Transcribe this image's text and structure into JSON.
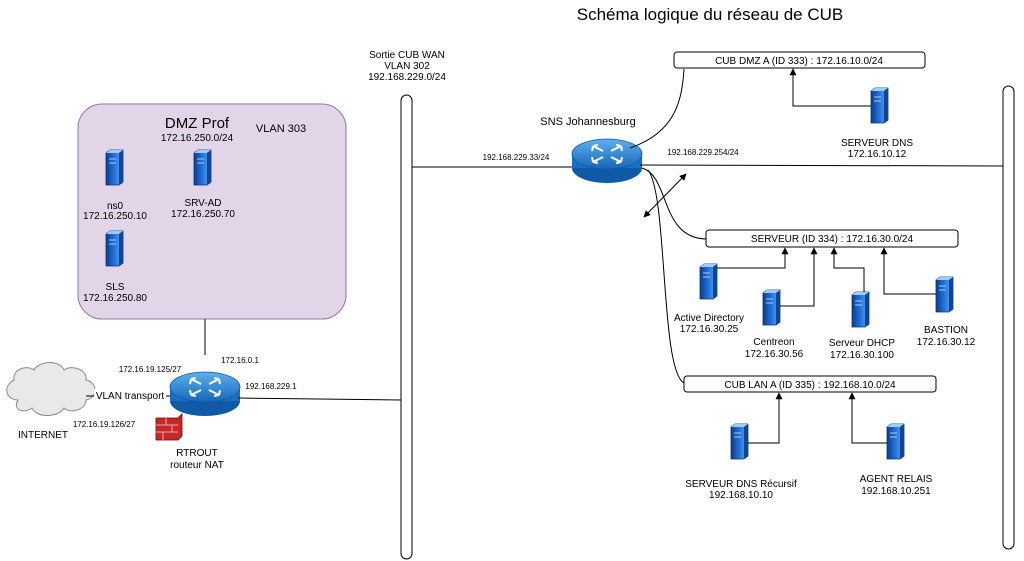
{
  "title": "Schéma logique du réseau de CUB",
  "wan": {
    "line1": "Sortie CUB WAN",
    "line2": "VLAN 302",
    "line3": "192.168.229.0/24"
  },
  "dmz_prof": {
    "title": "DMZ Prof",
    "subnet": "172.16.250.0/24",
    "vlan": "VLAN 303",
    "servers": [
      {
        "name": "ns0",
        "ip": "172.16.250.10"
      },
      {
        "name": "SRV-AD",
        "ip": "172.16.250.70"
      },
      {
        "name": "SLS",
        "ip": "172.16.250.80"
      }
    ]
  },
  "rtrout": {
    "name": "RTROUT",
    "role": "routeur NAT",
    "ip_dmz": "172.16.0.1",
    "ip_transport_top": "172.16.19.125/27",
    "ip_transport_bottom": "172.16.19.126/27",
    "ip_wan": "192.168.229.1"
  },
  "internet": {
    "label": "INTERNET",
    "link_label": "VLAN transport"
  },
  "sns": {
    "name": "SNS Johannesburg",
    "ip_wan": "192.168.229.33/24",
    "ip_right": "192.168.229.254/24"
  },
  "dmz_a": {
    "label": "CUB DMZ A (ID 333) :  172.16.10.0/24",
    "servers": [
      {
        "name": "SERVEUR DNS",
        "ip": "172.16.10.12"
      }
    ]
  },
  "serveur_vlan": {
    "label": "SERVEUR (ID 334) :   172.16.30.0/24",
    "servers": [
      {
        "name": "Active Directory",
        "ip": "172.16.30.25"
      },
      {
        "name": "Centreon",
        "ip": "172.16.30.56"
      },
      {
        "name": "Serveur DHCP",
        "ip": "172.16.30.100"
      },
      {
        "name": "BASTION",
        "ip": "172.16.30.12"
      }
    ]
  },
  "lan_a": {
    "label": "CUB LAN A (ID 335) : 192.168.10.0/24",
    "servers": [
      {
        "name": "SERVEUR DNS Récursif",
        "ip": "192.168.10.10"
      },
      {
        "name": "AGENT RELAIS",
        "ip": "192.168.10.251"
      }
    ]
  },
  "colors": {
    "dmz_fill": "#e1d5e7",
    "dmz_stroke": "#9673a6",
    "server_blue": "#1565c0",
    "router_blue": "#1a72c4",
    "firewall_red": "#b71c1c"
  }
}
